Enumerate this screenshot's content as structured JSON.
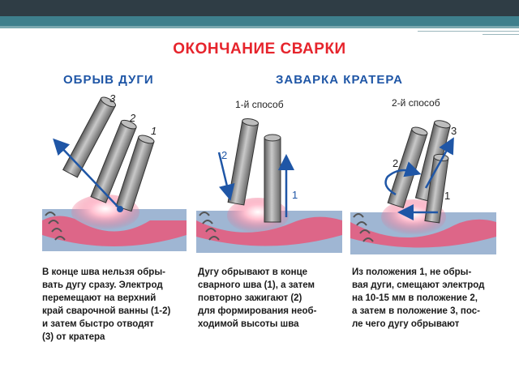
{
  "header": {
    "title": "ОКОНЧАНИЕ СВАРКИ",
    "left_heading": "ОБРЫВ ДУГИ",
    "right_heading": "ЗАВАРКА КРАТЕРА"
  },
  "panels": [
    {
      "method": "",
      "labels": [
        "3",
        "2",
        "1"
      ],
      "caption": [
        "В конце шва нельзя обры-",
        "вать дугу сразу. Электрод",
        "перемещают на верхний",
        "край сварочной ванны (1-2)",
        "и затем быстро отводят",
        "(3) от кратера"
      ]
    },
    {
      "method": "1-й способ",
      "labels": [
        "2",
        "1"
      ],
      "caption": [
        "Дугу обрывают в конце",
        "сварного шва (1), а затем",
        "повторно зажигают (2)",
        "для формирования необ-",
        "ходимой высоты шва"
      ]
    },
    {
      "method": "2-й способ",
      "labels": [
        "3",
        "2",
        "1"
      ],
      "caption": [
        "Из положения 1, не обры-",
        "вая дуги, смещают электрод",
        "на 10-15 мм в положение 2,",
        "а затем в положение 3, пос-",
        "ле чего дугу обрывают"
      ]
    }
  ],
  "colors": {
    "title": "#e6242c",
    "heading": "#1f56a6",
    "plate": "#9fb6d3",
    "weld": "#e8587a",
    "electrode": "#8c8c8c",
    "arrow": "#1f56a6"
  }
}
